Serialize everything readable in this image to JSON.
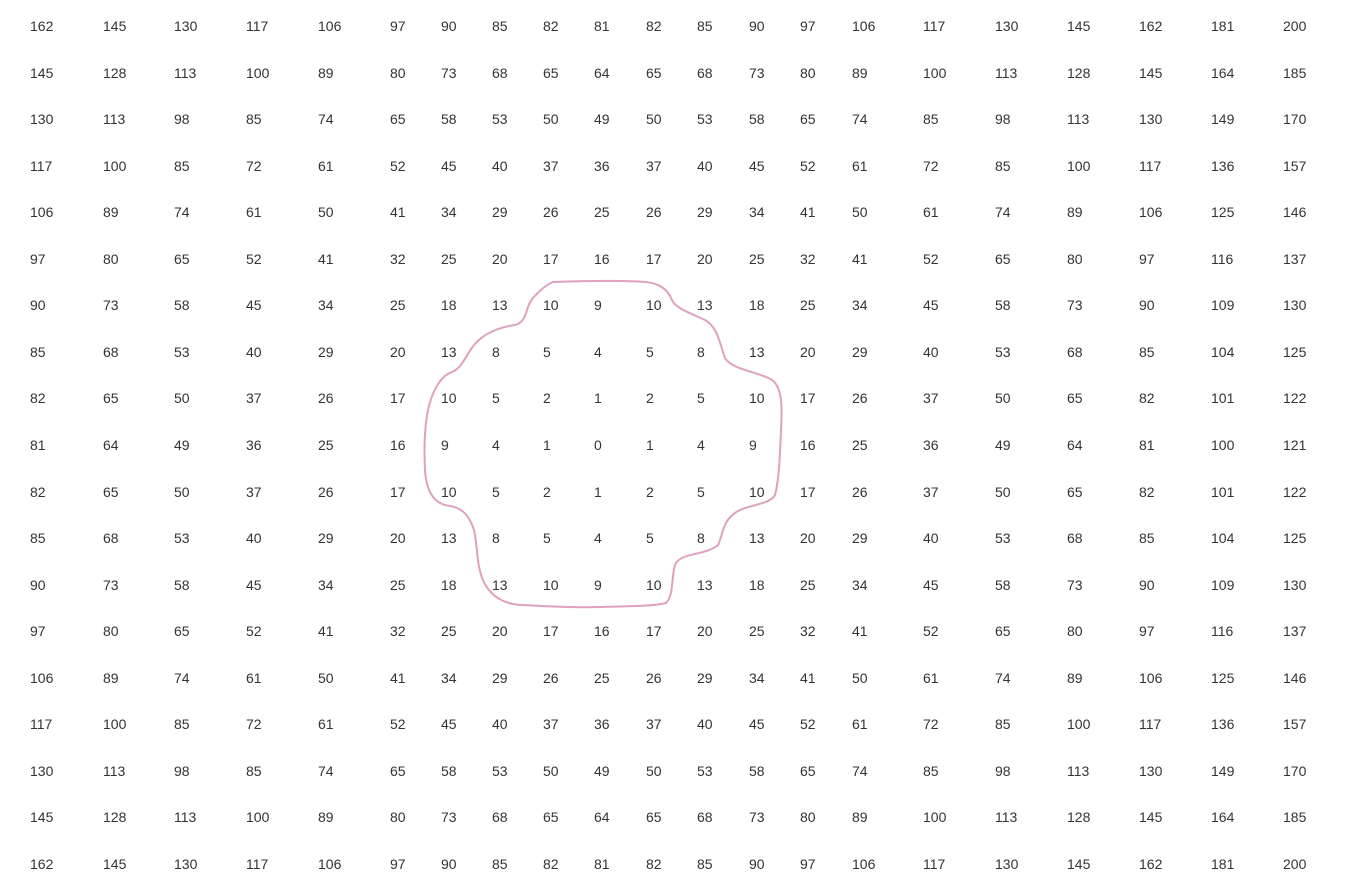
{
  "grid": {
    "rows": [
      [
        "162",
        "145",
        "130",
        "117",
        "106",
        "97",
        "90",
        "85",
        "82",
        "81",
        "82",
        "85",
        "90",
        "97",
        "106",
        "117",
        "130",
        "145",
        "162",
        "181",
        "200"
      ],
      [
        "145",
        "128",
        "113",
        "100",
        "89",
        "80",
        "73",
        "68",
        "65",
        "64",
        "65",
        "68",
        "73",
        "80",
        "89",
        "100",
        "113",
        "128",
        "145",
        "164",
        "185"
      ],
      [
        "130",
        "113",
        "98",
        "85",
        "74",
        "65",
        "58",
        "53",
        "50",
        "49",
        "50",
        "53",
        "58",
        "65",
        "74",
        "85",
        "98",
        "113",
        "130",
        "149",
        "170"
      ],
      [
        "117",
        "100",
        "85",
        "72",
        "61",
        "52",
        "45",
        "40",
        "37",
        "36",
        "37",
        "40",
        "45",
        "52",
        "61",
        "72",
        "85",
        "100",
        "117",
        "136",
        "157"
      ],
      [
        "106",
        "89",
        "74",
        "61",
        "50",
        "41",
        "34",
        "29",
        "26",
        "25",
        "26",
        "29",
        "34",
        "41",
        "50",
        "61",
        "74",
        "89",
        "106",
        "125",
        "146"
      ],
      [
        "97",
        "80",
        "65",
        "52",
        "41",
        "32",
        "25",
        "20",
        "17",
        "16",
        "17",
        "20",
        "25",
        "32",
        "41",
        "52",
        "65",
        "80",
        "97",
        "116",
        "137"
      ],
      [
        "90",
        "73",
        "58",
        "45",
        "34",
        "25",
        "18",
        "13",
        "10",
        "9",
        "10",
        "13",
        "18",
        "25",
        "34",
        "45",
        "58",
        "73",
        "90",
        "109",
        "130"
      ],
      [
        "85",
        "68",
        "53",
        "40",
        "29",
        "20",
        "13",
        "8",
        "5",
        "4",
        "5",
        "8",
        "13",
        "20",
        "29",
        "40",
        "53",
        "68",
        "85",
        "104",
        "125"
      ],
      [
        "82",
        "65",
        "50",
        "37",
        "26",
        "17",
        "10",
        "5",
        "2",
        "1",
        "2",
        "5",
        "10",
        "17",
        "26",
        "37",
        "50",
        "65",
        "82",
        "101",
        "122"
      ],
      [
        "81",
        "64",
        "49",
        "36",
        "25",
        "16",
        "9",
        "4",
        "1",
        "0",
        "1",
        "4",
        "9",
        "16",
        "25",
        "36",
        "49",
        "64",
        "81",
        "100",
        "121"
      ],
      [
        "82",
        "65",
        "50",
        "37",
        "26",
        "17",
        "10",
        "5",
        "2",
        "1",
        "2",
        "5",
        "10",
        "17",
        "26",
        "37",
        "50",
        "65",
        "82",
        "101",
        "122"
      ],
      [
        "85",
        "68",
        "53",
        "40",
        "29",
        "20",
        "13",
        "8",
        "5",
        "4",
        "5",
        "8",
        "13",
        "20",
        "29",
        "40",
        "53",
        "68",
        "85",
        "104",
        "125"
      ],
      [
        "90",
        "73",
        "58",
        "45",
        "34",
        "25",
        "18",
        "13",
        "10",
        "9",
        "10",
        "13",
        "18",
        "25",
        "34",
        "45",
        "58",
        "73",
        "90",
        "109",
        "130"
      ],
      [
        "97",
        "80",
        "65",
        "52",
        "41",
        "32",
        "25",
        "20",
        "17",
        "16",
        "17",
        "20",
        "25",
        "32",
        "41",
        "52",
        "65",
        "80",
        "97",
        "116",
        "137"
      ],
      [
        "106",
        "89",
        "74",
        "61",
        "50",
        "41",
        "34",
        "29",
        "26",
        "25",
        "26",
        "29",
        "34",
        "41",
        "50",
        "61",
        "74",
        "89",
        "106",
        "125",
        "146"
      ],
      [
        "117",
        "100",
        "85",
        "72",
        "61",
        "52",
        "45",
        "40",
        "37",
        "36",
        "37",
        "40",
        "45",
        "52",
        "61",
        "72",
        "85",
        "100",
        "117",
        "136",
        "157"
      ],
      [
        "130",
        "113",
        "98",
        "85",
        "74",
        "65",
        "58",
        "53",
        "50",
        "49",
        "50",
        "53",
        "58",
        "65",
        "74",
        "85",
        "98",
        "113",
        "130",
        "149",
        "170"
      ],
      [
        "145",
        "128",
        "113",
        "100",
        "89",
        "80",
        "73",
        "68",
        "65",
        "64",
        "65",
        "68",
        "73",
        "80",
        "89",
        "100",
        "113",
        "128",
        "145",
        "164",
        "185"
      ],
      [
        "162",
        "145",
        "130",
        "117",
        "106",
        "97",
        "90",
        "85",
        "82",
        "81",
        "82",
        "85",
        "90",
        "97",
        "106",
        "117",
        "130",
        "145",
        "162",
        "181",
        "200"
      ]
    ]
  },
  "annotation": {
    "stroke_color": "#e0a0c0"
  }
}
